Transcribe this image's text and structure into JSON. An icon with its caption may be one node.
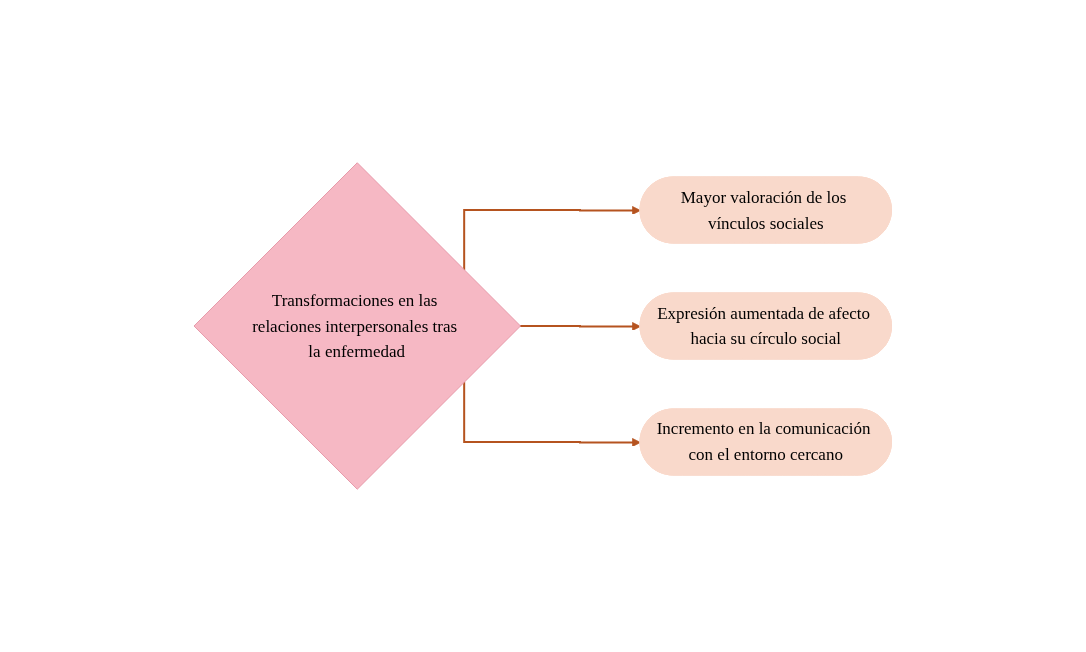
{
  "diagram": {
    "nodes": [
      {
        "text": [
          "Transformaciones en las relaciones interpersonales tras la enfermedad"
        ]
      },
      {
        "text": [
          "Mayor valoración de los vínculos sociales"
        ]
      },
      {
        "text": [
          "Expresión aumentada de afecto hacia su círculo social"
        ]
      },
      {
        "text": [
          "Incremento en la comunicación con el entorno cercano"
        ]
      }
    ],
    "edges": [
      {
        "from": 0,
        "to": 1,
        "arrow": "to"
      },
      {
        "from": 0,
        "to": 2,
        "arrow": "to"
      },
      {
        "from": 0,
        "to": 3,
        "arrow": "to"
      }
    ]
  }
}
